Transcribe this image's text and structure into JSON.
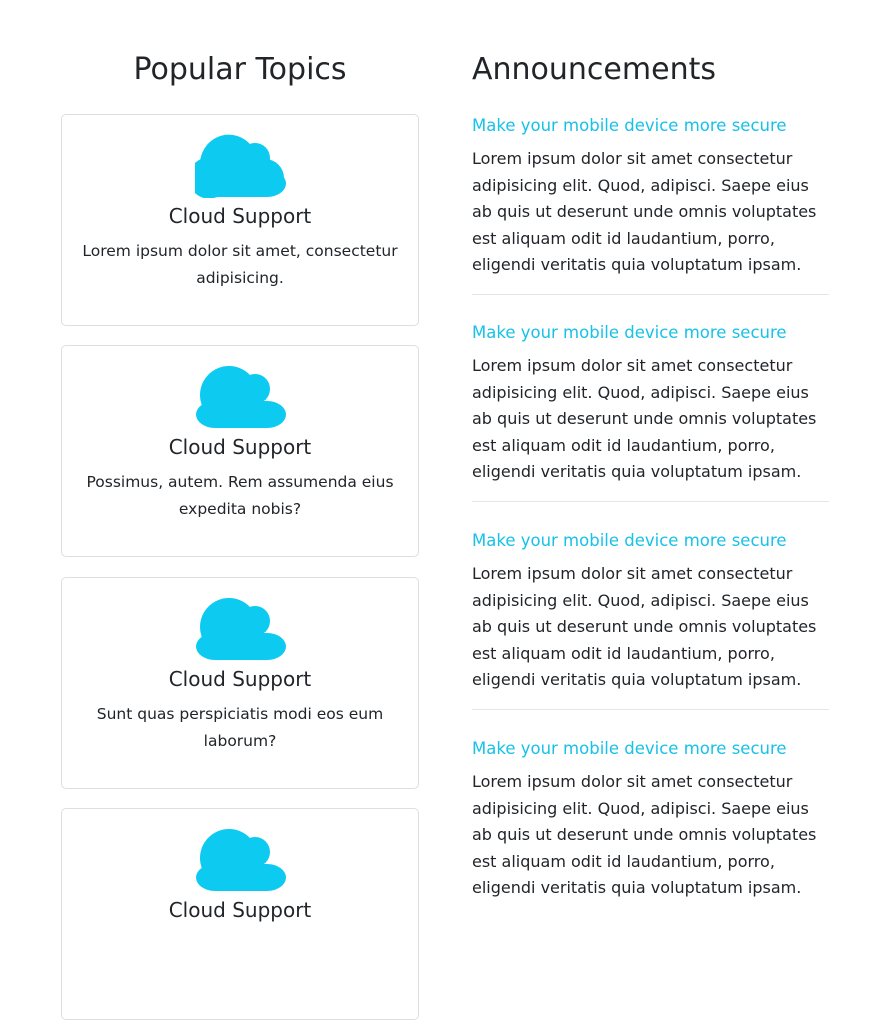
{
  "popular": {
    "title": "Popular Topics",
    "cards": [
      {
        "icon": "cloud-icon",
        "title": "Cloud Support",
        "text": "Lorem ipsum dolor sit amet, consectetur adipisicing."
      },
      {
        "icon": "cloud-icon",
        "title": "Cloud Support",
        "text": "Possimus, autem. Rem assumenda eius expedita nobis?"
      },
      {
        "icon": "cloud-icon",
        "title": "Cloud Support",
        "text": "Sunt quas perspiciatis modi eos eum laborum?"
      },
      {
        "icon": "cloud-icon",
        "title": "Cloud Support",
        "text": ""
      }
    ]
  },
  "announcements": {
    "title": "Announcements",
    "items": [
      {
        "title": "Make your mobile device more secure",
        "text": "Lorem ipsum dolor sit amet consectetur adipisicing elit. Quod, adipisci. Saepe eius ab quis ut deserunt unde omnis voluptates est aliquam odit id laudantium, porro, eligendi veritatis quia voluptatum ipsam."
      },
      {
        "title": "Make your mobile device more secure",
        "text": "Lorem ipsum dolor sit amet consectetur adipisicing elit. Quod, adipisci. Saepe eius ab quis ut deserunt unde omnis voluptates est aliquam odit id laudantium, porro, eligendi veritatis quia voluptatum ipsam."
      },
      {
        "title": "Make your mobile device more secure",
        "text": "Lorem ipsum dolor sit amet consectetur adipisicing elit. Quod, adipisci. Saepe eius ab quis ut deserunt unde omnis voluptates est aliquam odit id laudantium, porro, eligendi veritatis quia voluptatum ipsam."
      },
      {
        "title": "Make your mobile device more secure",
        "text": "Lorem ipsum dolor sit amet consectetur adipisicing elit. Quod, adipisci. Saepe eius ab quis ut deserunt unde omnis voluptates est aliquam odit id laudantium, porro, eligendi veritatis quia voluptatum ipsam."
      }
    ]
  },
  "colors": {
    "accent": "#17c1e8",
    "icon": "#0dcaf0",
    "text": "#212529",
    "border": "#dcdfe2"
  }
}
